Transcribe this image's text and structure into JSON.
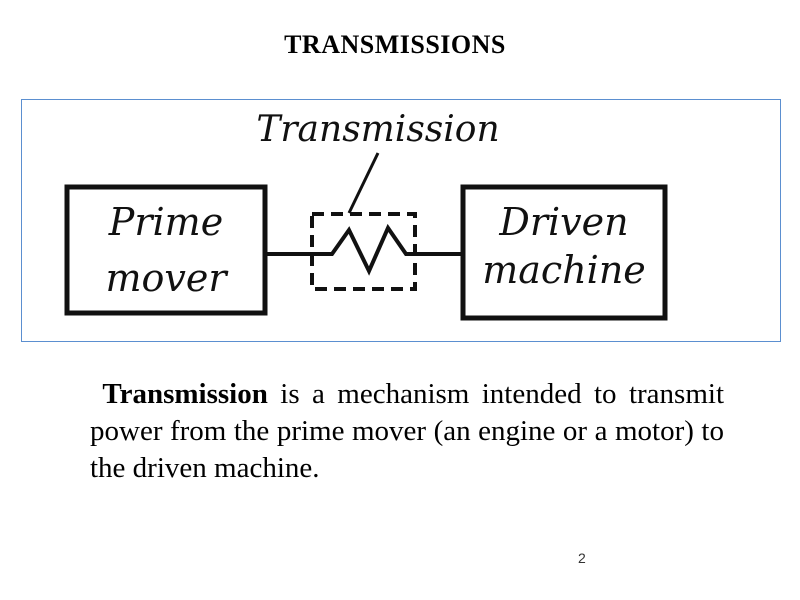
{
  "slide": {
    "title": "TRANSMISSIONS",
    "page_number": "2"
  },
  "diagram": {
    "transmission_label": "Transmission",
    "prime_mover_line1": "Prime",
    "prime_mover_line2": "mover",
    "driven_machine_line1": "Driven",
    "driven_machine_line2": "machine"
  },
  "definition": {
    "term": "Transmission",
    "line1_rest": " is a mechanism intended to",
    "line2": "transmit power from the prime mover",
    "line3": "(an engine or a motor) to the driven",
    "line4": "machine."
  }
}
